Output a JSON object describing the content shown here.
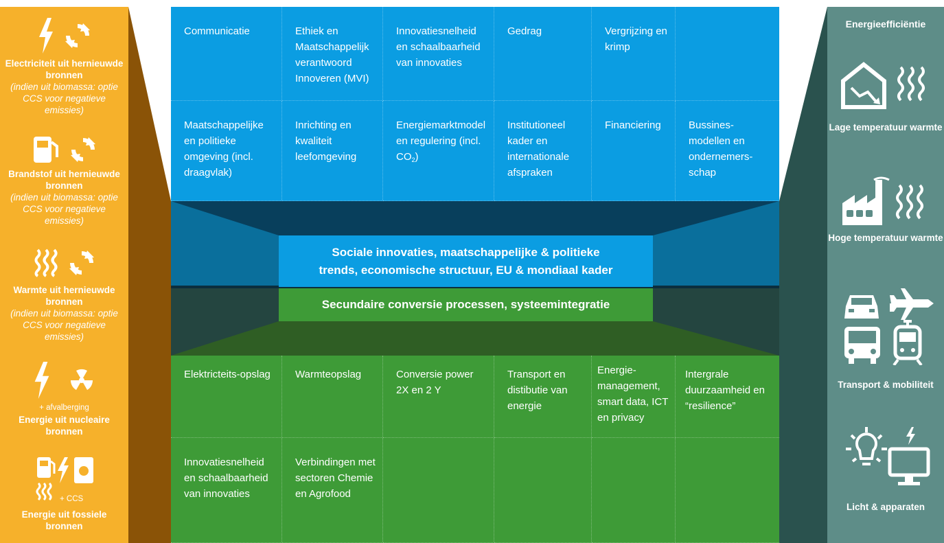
{
  "colors": {
    "orange": "#f6b12b",
    "dark_orange": "#8a5307",
    "blue": "#0b9de2",
    "dark_blue": "#0c5d86",
    "teal": "#5e8d88",
    "dark_teal": "#2a524e",
    "green": "#3e9b37",
    "dark_green": "#27491f"
  },
  "left": {
    "renewable_electricity": {
      "title": "Electriciteit uit hernieuwde bronnen",
      "note": "(indien uit biomassa: optie CCS voor negatieve emissies)"
    },
    "renewable_fuel": {
      "title": "Brandstof uit hernieuwde bronnen",
      "note": "(indien uit biomassa: optie CCS voor negatieve emissies)"
    },
    "renewable_heat": {
      "title": "Warmte uit hernieuwde bronnen",
      "note": "(indien uit biomassa: optie CCS voor negatieve emissies)"
    },
    "nuclear": {
      "prefix": "+ afvalberging",
      "title": "Energie uit nucleaire bronnen"
    },
    "fossil": {
      "ccs": "+ CCS",
      "title": "Energie uit fossiele bronnen"
    }
  },
  "right": {
    "header": "Energieefficiëntie",
    "items": [
      {
        "label": "Lage temperatuur warmte",
        "icons": [
          "house-icon",
          "heat-waves-icon"
        ]
      },
      {
        "label": "Hoge temperatuur warmte",
        "icons": [
          "factory-icon",
          "heat-waves-icon"
        ]
      },
      {
        "label": "Transport & mobiliteit",
        "icons": [
          "car-icon",
          "airplane-icon",
          "bus-icon",
          "train-icon"
        ]
      },
      {
        "label": "Licht & apparaten",
        "icons": [
          "lightbulb-icon",
          "monitor-icon"
        ]
      }
    ]
  },
  "top_grid": {
    "row1": [
      "Communicatie",
      "Ethiek en Maatschappelijk verantwoord Innoveren (MVI)",
      "Innovatiesnelheid en schaalbaarheid van innovaties",
      "Gedrag",
      "Vergrijzing en krimp",
      ""
    ],
    "row2": [
      "Maatschappelijke en politieke omgeving (incl. draagvlak)",
      "Inrichting en kwaliteit leefomgeving",
      "Energiemarktmodel en regulering (incl. CO",
      "Institutioneel kader en internationale afspraken",
      "Financiering",
      "Bussines-modellen en ondernemers-schap"
    ],
    "row2_co2_subscript": "2",
    "row2_co2_close": ")"
  },
  "bands": {
    "social_line1": "Sociale innovaties, maatschappelijke & politieke",
    "social_line2": "trends, economische structuur, EU & mondiaal kader",
    "secondary": "Secundaire conversie processen, systeemintegratie"
  },
  "bottom_grid": {
    "row1": [
      "Elektricteits-opslag",
      "Warmteopslag",
      "Conversie power 2X en 2 Y",
      "Transport en distibutie van energie",
      "Energie-management, smart data, ICT en privacy",
      "Intergrale duurzaamheid en “resilience”"
    ],
    "row2": [
      "Innovatiesnelheid en schaalbaarheid van innovaties",
      "Verbindingen met sectoren Chemie en Agrofood",
      "",
      "",
      "",
      ""
    ]
  }
}
